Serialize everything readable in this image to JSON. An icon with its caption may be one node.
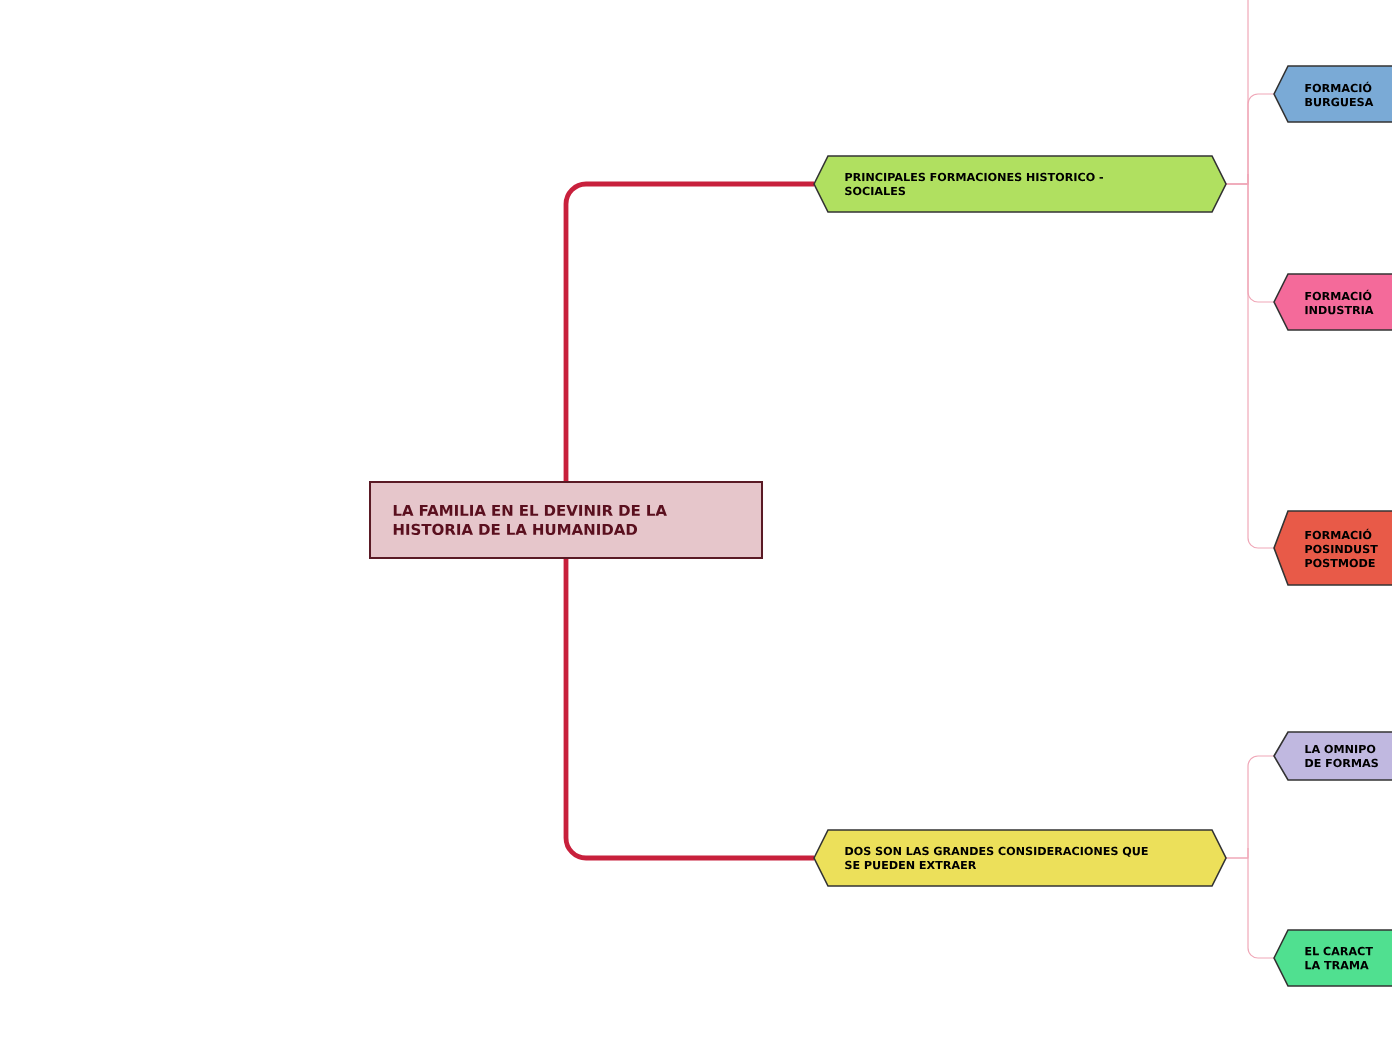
{
  "diagram": {
    "nodes": [
      {
        "text": [
          "LA FAMILIA EN EL DEVINIR DE LA HISTORIA DE LA HUMANIDAD"
        ]
      },
      {
        "text": [
          "PRINCIPALES FORMACIONES HISTORICO - SOCIALES"
        ]
      },
      {
        "text": [
          "DOS SON LAS GRANDES CONSIDERACIONES QUE SE PUEDEN EXTRAER"
        ]
      },
      {
        "text": [
          "FORMACIÓ BURGUESA"
        ]
      },
      {
        "text": [
          "FORMACIÓ INDUSTRIA"
        ]
      },
      {
        "text": [
          "FORMACIÓ POSINDUST POSTMODE"
        ]
      },
      {
        "text": [
          "LA OMNIPO DE FORMAS"
        ]
      },
      {
        "text": [
          "EL CARACT LA TRAMA"
        ]
      }
    ],
    "edges": [
      {
        "from": 0,
        "to": 1,
        "arrow": "none",
        "style": "thick",
        "color": "#c8203c"
      },
      {
        "from": 0,
        "to": 2,
        "arrow": "none",
        "style": "thick",
        "color": "#c8203c"
      },
      {
        "from": 1,
        "to": null,
        "arrow": "none"
      },
      {
        "from": 1,
        "to": 3,
        "arrow": "none"
      },
      {
        "from": 1,
        "to": 4,
        "arrow": "none"
      },
      {
        "from": 1,
        "to": 5,
        "arrow": "none"
      },
      {
        "from": 2,
        "to": 6,
        "arrow": "none"
      },
      {
        "from": 2,
        "to": 7,
        "arrow": "none"
      }
    ]
  }
}
